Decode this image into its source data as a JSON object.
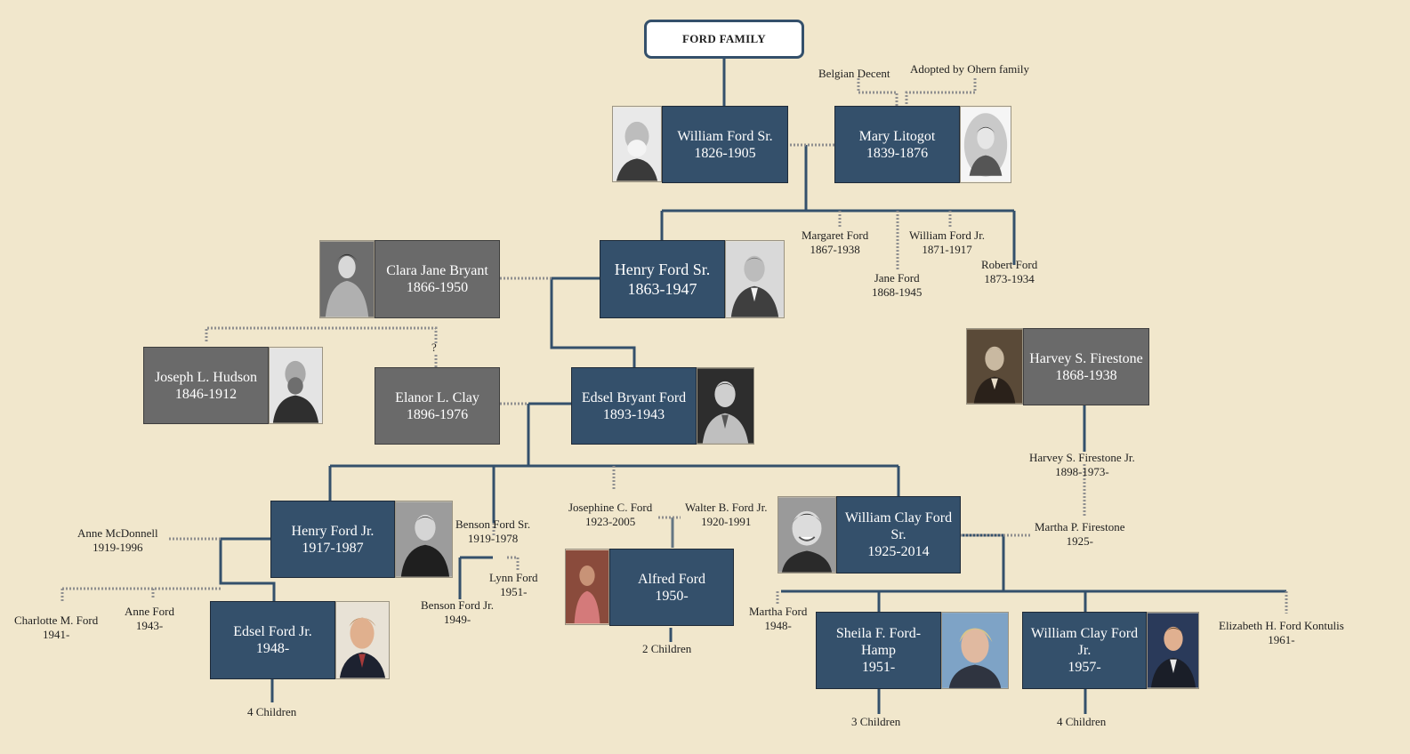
{
  "title": "FORD FAMILY",
  "people": {
    "william_sr": {
      "name": "William Ford Sr.",
      "years": "1826-1905"
    },
    "mary": {
      "name": "Mary Litogot",
      "years": "1839-1876"
    },
    "henry_sr": {
      "name": "Henry Ford Sr.",
      "years": "1863-1947"
    },
    "clara": {
      "name": "Clara Jane Bryant",
      "years": "1866-1950"
    },
    "joseph": {
      "name": "Joseph L. Hudson",
      "years": "1846-1912"
    },
    "elanor": {
      "name": "Elanor L. Clay",
      "years": "1896-1976"
    },
    "edsel": {
      "name": "Edsel Bryant Ford",
      "years": "1893-1943"
    },
    "harvey": {
      "name": "Harvey S. Firestone",
      "years": "1868-1938"
    },
    "henry_jr": {
      "name": "Henry Ford Jr.",
      "years": "1917-1987"
    },
    "edsel_jr": {
      "name": "Edsel Ford Jr.",
      "years": "1948-"
    },
    "alfred": {
      "name": "Alfred Ford",
      "years": "1950-"
    },
    "william_clay_sr": {
      "name": "William Clay Ford Sr.",
      "years": "1925-2014"
    },
    "sheila": {
      "name": "Sheila F. Ford-Hamp",
      "years": "1951-"
    },
    "william_clay_jr": {
      "name": "William Clay Ford Jr.",
      "years": "1957-"
    }
  },
  "labels": {
    "belgian": "Belgian Decent",
    "adopted": "Adopted by Ohern family",
    "margaret": {
      "name": "Margaret Ford",
      "years": "1867-1938"
    },
    "jane": {
      "name": "Jane Ford",
      "years": "1868-1945"
    },
    "william_jr": {
      "name": "William Ford Jr.",
      "years": "1871-1917"
    },
    "robert": {
      "name": "Robert Ford",
      "years": "1873-1934"
    },
    "question": "?",
    "harvey_jr": {
      "name": "Harvey S. Firestone Jr.",
      "years": "1898-1973-"
    },
    "martha_p": {
      "name": "Martha P. Firestone",
      "years": "1925-"
    },
    "anne_mc": {
      "name": "Anne McDonnell",
      "years": "1919-1996"
    },
    "benson": {
      "name": "Benson Ford Sr.",
      "years": "1919-1978"
    },
    "josephine": {
      "name": "Josephine C. Ford",
      "years": "1923-2005"
    },
    "walter": {
      "name": "Walter B. Ford Jr.",
      "years": "1920-1991"
    },
    "lynn": {
      "name": "Lynn Ford",
      "years": "1951-"
    },
    "benson_jr": {
      "name": "Benson Ford Jr.",
      "years": "1949-"
    },
    "charlotte": {
      "name": "Charlotte M. Ford",
      "years": "1941-"
    },
    "anne_ford": {
      "name": "Anne Ford",
      "years": "1943-"
    },
    "martha_ford": {
      "name": "Martha Ford",
      "years": "1948-"
    },
    "elizabeth": {
      "name": "Elizabeth H. Ford Kontulis",
      "years": "1961-"
    },
    "edsel_jr_children": "4 Children",
    "alfred_children": "2 Children",
    "sheila_children": "3 Children",
    "wcf_jr_children": "4 Children"
  },
  "colors": {
    "background": "#f1e7cc",
    "box_blue": "#34506b",
    "box_gray": "#6a6a6a",
    "line": "#34506b",
    "dashed": "#8f8f8f"
  }
}
